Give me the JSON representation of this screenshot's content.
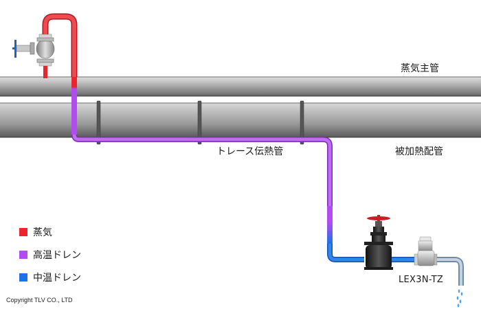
{
  "labels": {
    "main_pipe": "蒸気主管",
    "heated_pipe": "被加熱配管",
    "trace_pipe": "トレース伝熱管",
    "trap_model": "LEX3N-TZ"
  },
  "legend": [
    {
      "label": "蒸気",
      "color": "#e8262e"
    },
    {
      "label": "高温ドレン",
      "color": "#b04cf0"
    },
    {
      "label": "中温ドレン",
      "color": "#1a73e8"
    }
  ],
  "copyright": "Copyright TLV CO., LTD"
}
